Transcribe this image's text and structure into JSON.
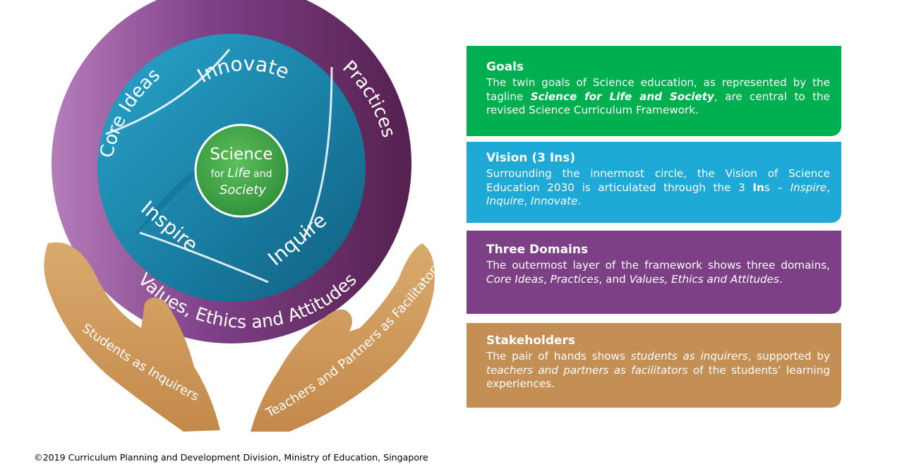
{
  "diagram": {
    "ring_labels": {
      "core_ideas": "Core Ideas",
      "practices": "Practices",
      "values": "Values, Ethics and Attitudes"
    },
    "swirl_labels": {
      "innovate": "Innovate",
      "inspire": "Inspire",
      "inquire": "Inquire"
    },
    "center": {
      "line1": "Science",
      "line2_prefix": "for ",
      "line2_italic": "Life",
      "line2_suffix": " and",
      "line3": "Society"
    },
    "hands": {
      "left": "Students as Inquirers",
      "right": "Teachers and Partners as Facilitators"
    },
    "colors": {
      "ring": "#6e2e72",
      "swirl_dark": "#166987",
      "swirl_light": "#2fa8cc",
      "center": "#3ea444",
      "hand": "#d3a166"
    }
  },
  "cards": {
    "goals": {
      "title": "Goals",
      "text_before": "The twin goals of Science education, as represented by the tagline ",
      "text_bold": "Science for Life and Society",
      "text_after": ", are central to the revised Science Curriculum Framework."
    },
    "vision": {
      "title": "Vision (3 Ins)",
      "text_before": "Surrounding the innermost circle, the Vision of Science Education 2030 is articulated through the 3 ",
      "text_bold": "In",
      "text_mid": "s – ",
      "it1": "Inspire",
      "sep1": ", ",
      "it2": "Inquire",
      "sep2": ", ",
      "it3": "Innovate",
      "text_end": "."
    },
    "domains": {
      "title": "Three Domains",
      "text_before": "The outermost layer of the framework shows three domains, ",
      "it1": "Core Ideas",
      "sep1": ", ",
      "it2": "Practices",
      "sep2": ", and ",
      "it3": "Values, Ethics and Attitudes",
      "text_end": "."
    },
    "stakeholders": {
      "title": "Stakeholders",
      "text_before": "The pair of hands shows ",
      "it1": "students as inquirers",
      "text_mid": ", supported by ",
      "it2": "teachers and partners as facilitators",
      "text_end": " of the students’ learning experiences."
    }
  },
  "footer": {
    "copyright": "©2019 Curriculum Planning and Development Division, Ministry of Education, Singapore"
  }
}
